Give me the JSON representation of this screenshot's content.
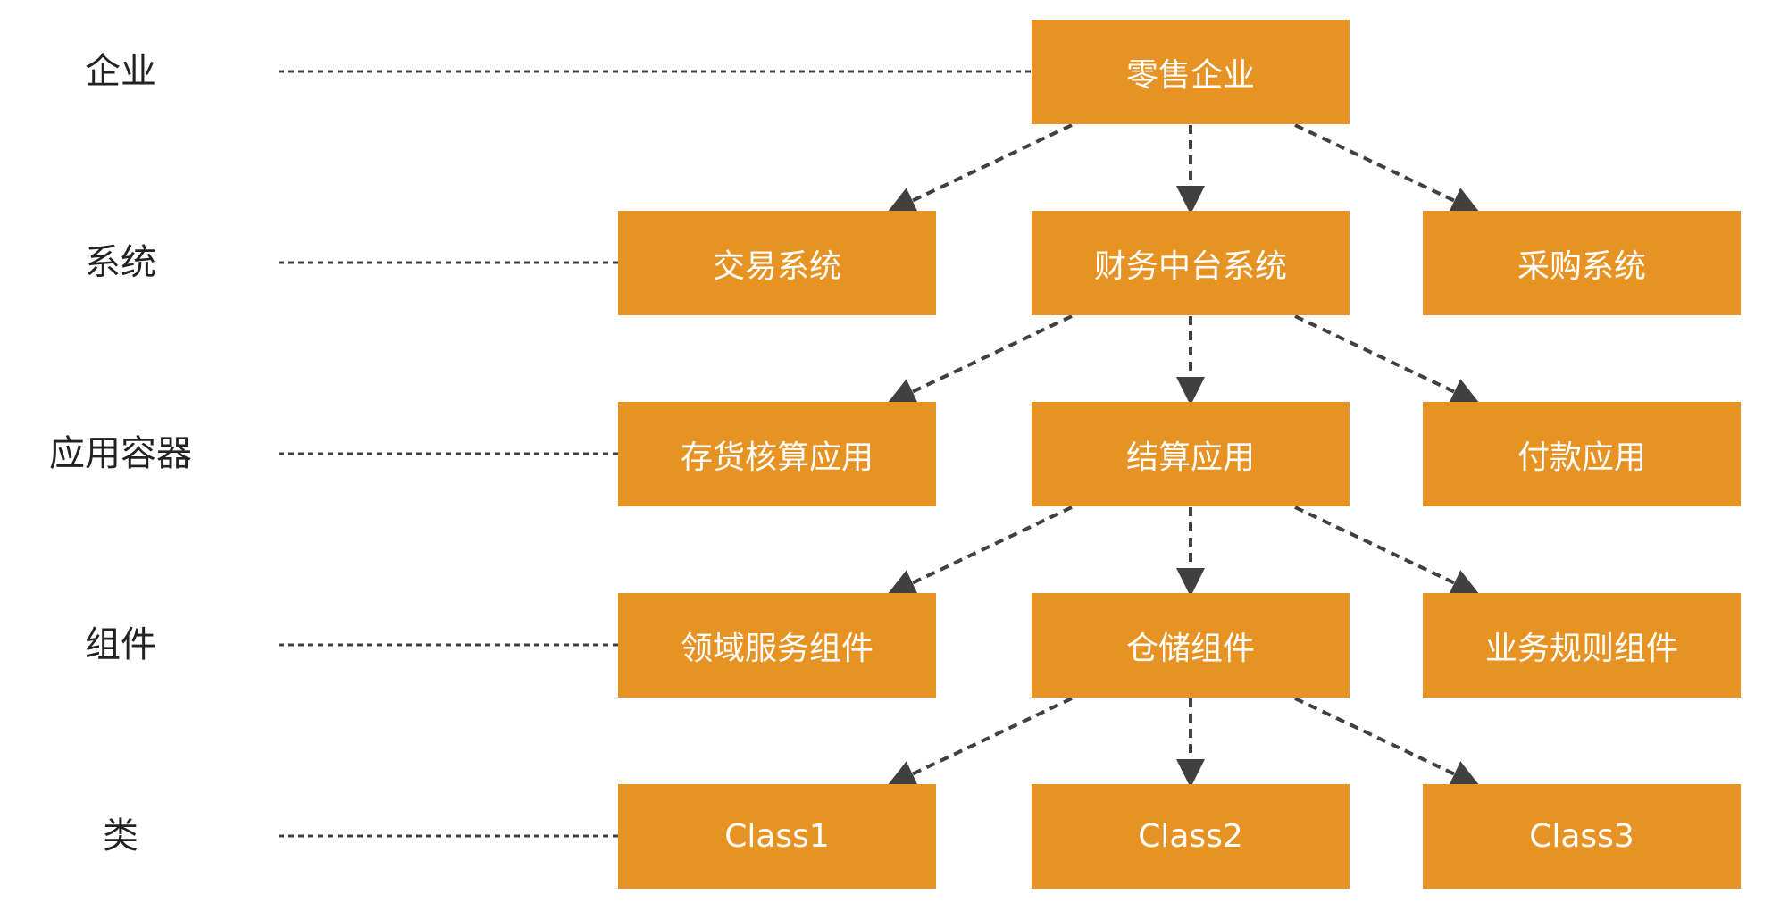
{
  "levels": [
    {
      "label": "企业"
    },
    {
      "label": "系统"
    },
    {
      "label": "应用容器"
    },
    {
      "label": "组件"
    },
    {
      "label": "类"
    }
  ],
  "nodes": {
    "root": {
      "label": "零售企业"
    },
    "system_trade": {
      "label": "交易系统"
    },
    "system_finance": {
      "label": "财务中台系统"
    },
    "system_purchase": {
      "label": "采购系统"
    },
    "app_inventory": {
      "label": "存货核算应用"
    },
    "app_settlement": {
      "label": "结算应用"
    },
    "app_payment": {
      "label": "付款应用"
    },
    "comp_domain": {
      "label": "领域服务组件"
    },
    "comp_storage": {
      "label": "仓储组件"
    },
    "comp_rules": {
      "label": "业务规则组件"
    },
    "class_1": {
      "label": "Class1"
    },
    "class_2": {
      "label": "Class2"
    },
    "class_3": {
      "label": "Class3"
    }
  },
  "colors": {
    "box_fill": "#E69324",
    "box_text": "#FFFFFF",
    "arrow": "#404040",
    "guide": "#404040",
    "label_text": "#222222"
  }
}
